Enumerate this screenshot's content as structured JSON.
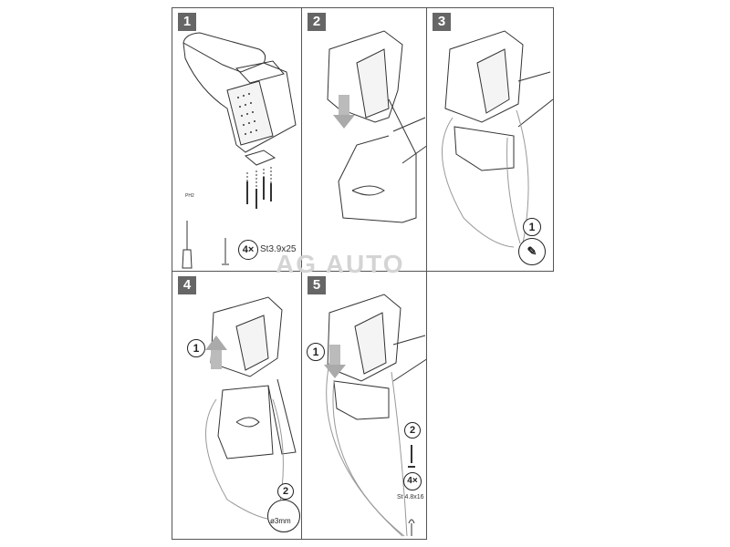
{
  "steps": [
    {
      "number": "1",
      "tool_label": "PH2",
      "screw_count": "4×",
      "screw_spec": "St3.9x25"
    },
    {
      "number": "2"
    },
    {
      "number": "3",
      "callout": "1"
    },
    {
      "number": "4",
      "callout_1": "1",
      "callout_2": "2",
      "drill_label": "ø3mm"
    },
    {
      "number": "5",
      "callout_1": "1",
      "callout_2": "2",
      "screw_count": "4×",
      "screw_spec": "St 4.8x16"
    }
  ],
  "watermark": "AG AUTO",
  "colors": {
    "badge": "#666666",
    "line": "#333333",
    "arrow": "#aaaaaa"
  }
}
